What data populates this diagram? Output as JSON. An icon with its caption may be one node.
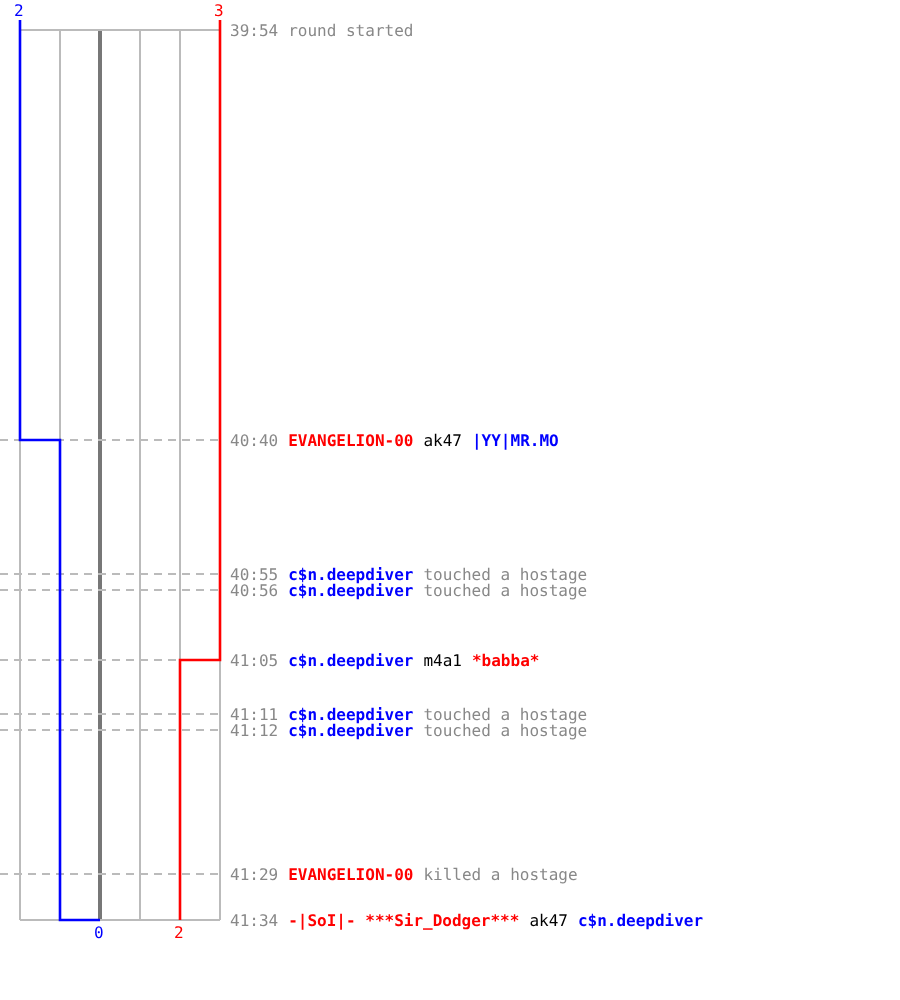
{
  "diagram": {
    "labels": [
      "2",
      "3",
      "39:54",
      "round started",
      "40:40",
      "EVANGELION-00",
      "ak47",
      "|YY|MR.MO",
      "40:55",
      "c$n.deepdiver",
      "touched a hostage",
      "40:56",
      "c$n.deepdiver",
      "touched a hostage",
      "41:05",
      "c$n.deepdiver",
      "m4a1",
      "*babba*",
      "41:11",
      "c$n.deepdiver",
      "touched a hostage",
      "41:12",
      "c$n.deepdiver",
      "touched a hostage",
      "41:29",
      "EVANGELION-00",
      "killed a hostage",
      "41:34",
      "-|SoI|- ***Sir_Dodger***",
      "ak47",
      "c$n.deepdiver",
      "0",
      "2"
    ]
  }
}
